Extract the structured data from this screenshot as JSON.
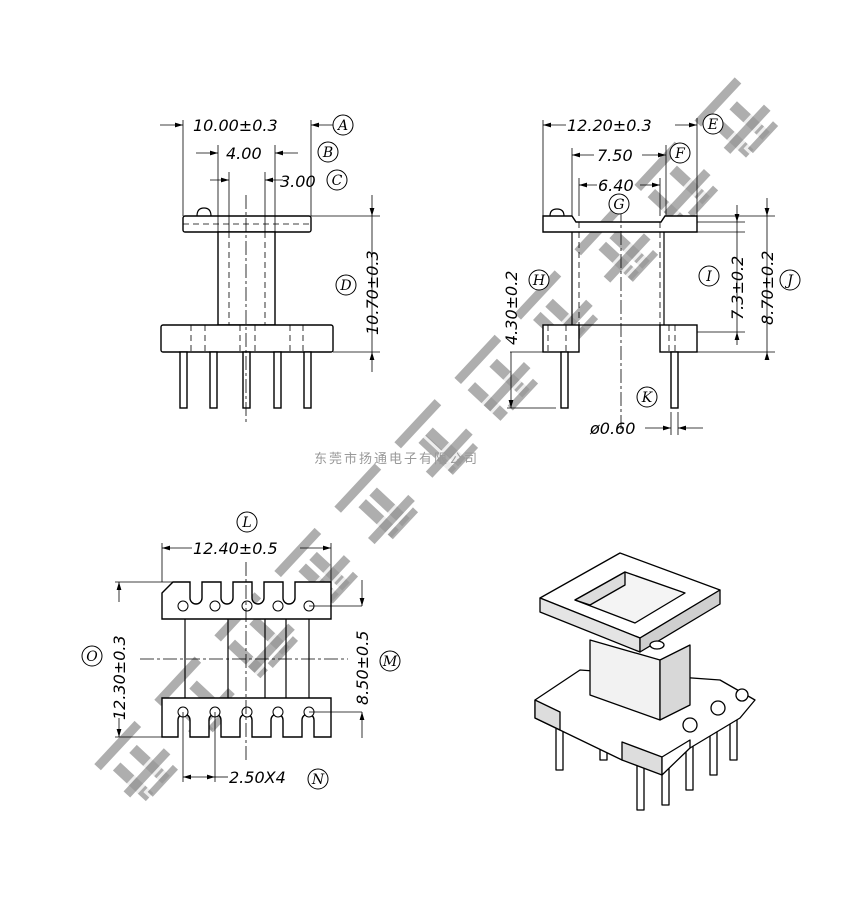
{
  "company_caption": "东莞市扬通电子有限公司",
  "watermark": "东莞市扬通电子有限公司",
  "front_view": {
    "dim_a": "10.00±0.3",
    "label_a": "A",
    "dim_b": "4.00",
    "label_b": "B",
    "dim_c": "3.00",
    "label_c": "C",
    "dim_d": "10.70±0.3",
    "label_d": "D"
  },
  "side_view": {
    "dim_e": "12.20±0.3",
    "label_e": "E",
    "dim_f": "7.50",
    "label_f": "F",
    "dim_g": "6.40",
    "label_g": "G",
    "dim_h": "4.30±0.2",
    "label_h": "H",
    "dim_i": "7.3±0.2",
    "label_i": "I",
    "dim_j": "8.70±0.2",
    "label_j": "J",
    "dim_k": "ø0.60",
    "label_k": "K"
  },
  "bottom_view": {
    "dim_l": "12.40±0.5",
    "label_l": "L",
    "dim_m": "8.50±0.5",
    "label_m": "M",
    "dim_n": "2.50X4",
    "label_n": "N",
    "dim_o": "12.30±0.3",
    "label_o": "O"
  }
}
